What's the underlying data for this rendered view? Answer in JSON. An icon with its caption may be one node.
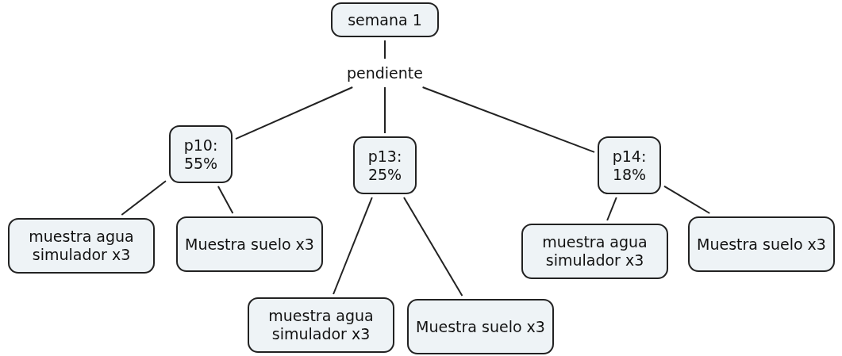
{
  "diagram": {
    "nodes": [
      {
        "text": [
          "semana 1"
        ]
      },
      {
        "text": [
          "pendiente"
        ]
      },
      {
        "text": [
          "p10: 55%"
        ]
      },
      {
        "text": [
          "p13: 25%"
        ]
      },
      {
        "text": [
          "p14: 18%"
        ]
      },
      {
        "text": [
          "muestra agua simulador x3"
        ]
      },
      {
        "text": [
          "Muestra suelo x3"
        ]
      },
      {
        "text": [
          "muestra agua simulador x3"
        ]
      },
      {
        "text": [
          "Muestra suelo x3"
        ]
      },
      {
        "text": [
          "muestra agua simulador x3"
        ]
      },
      {
        "text": [
          "Muestra suelo x3"
        ]
      }
    ],
    "edges": [
      {
        "from": 0,
        "to": 1,
        "arrow": "none"
      },
      {
        "from": 1,
        "to": 2,
        "arrow": "none"
      },
      {
        "from": 1,
        "to": 3,
        "arrow": "none"
      },
      {
        "from": 1,
        "to": 4,
        "arrow": "none"
      },
      {
        "from": 2,
        "to": 5,
        "arrow": "none"
      },
      {
        "from": 2,
        "to": 6,
        "arrow": "none"
      },
      {
        "from": 3,
        "to": 7,
        "arrow": "none"
      },
      {
        "from": 3,
        "to": 8,
        "arrow": "none"
      },
      {
        "from": 4,
        "to": 9,
        "arrow": "none"
      },
      {
        "from": 4,
        "to": 10,
        "arrow": "none"
      }
    ]
  }
}
